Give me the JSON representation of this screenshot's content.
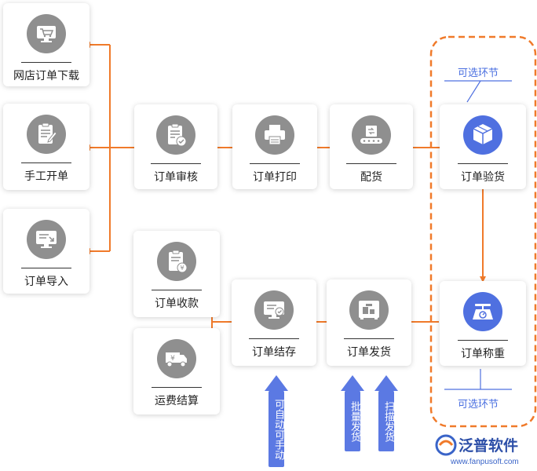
{
  "sources": [
    {
      "label": "网店订单下载",
      "icon": "shopping-cart-monitor-icon"
    },
    {
      "label": "手工开单",
      "icon": "clipboard-pen-icon"
    },
    {
      "label": "订单导入",
      "icon": "monitor-import-icon"
    }
  ],
  "flow_top": [
    {
      "label": "订单审核",
      "icon": "clipboard-check-icon"
    },
    {
      "label": "订单打印",
      "icon": "printer-icon"
    },
    {
      "label": "配货",
      "icon": "conveyor-icon"
    }
  ],
  "optional": {
    "title_top": "可选环节",
    "title_bottom": "可选环节",
    "check": {
      "label": "订单验货",
      "icon": "box-icon"
    },
    "weigh": {
      "label": "订单称重",
      "icon": "scale-icon"
    }
  },
  "flow_bottom": [
    {
      "label": "订单发货",
      "icon": "delivery-box-icon"
    },
    {
      "label": "订单结存",
      "icon": "monitor-check-icon"
    }
  ],
  "outputs": [
    {
      "label": "订单收款",
      "icon": "clipboard-yen-icon"
    },
    {
      "label": "运费结算",
      "icon": "truck-yen-icon"
    }
  ],
  "notes": {
    "auto_manual": "可自动可手动",
    "batch": "批量发货",
    "scan": "扫描发货"
  },
  "logo": {
    "name": "泛普软件",
    "url": "www.fanpusoft.com"
  },
  "colors": {
    "arrow": "#f07a2a",
    "accent": "#4f70e0",
    "icon_gray": "#8f8f8f"
  }
}
